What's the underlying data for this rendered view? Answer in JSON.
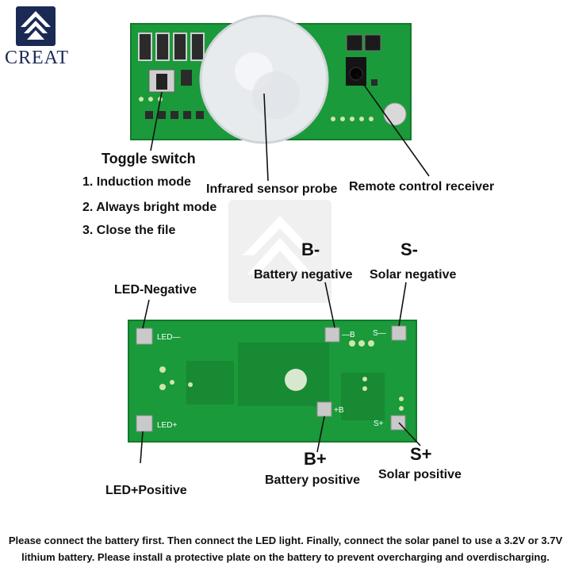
{
  "brand": {
    "name": "CREAT"
  },
  "top_board": {
    "toggle_switch": "Toggle switch",
    "modes": [
      "1. Induction mode",
      "2. Always bright mode",
      "3. Close the file"
    ],
    "infrared_probe": "Infrared sensor probe",
    "remote_receiver": "Remote control receiver"
  },
  "bottom_board": {
    "b_minus": "B-",
    "battery_negative": "Battery negative",
    "s_minus": "S-",
    "solar_negative": "Solar negative",
    "led_negative": "LED-Negative",
    "led_positive": "LED+Positive",
    "b_plus": "B+",
    "battery_positive": "Battery positive",
    "s_plus": "S+",
    "solar_positive": "Solar positive",
    "silk_led_minus": "LED—",
    "silk_led_plus": "LED+",
    "silk_b_minus": "—B",
    "silk_s_minus": "S—",
    "silk_b_plus": "+B",
    "silk_s_plus": "S+"
  },
  "footer": {
    "line1": "Please connect the battery first. Then connect the LED light. Finally, connect the solar panel to use a 3.2V or 3.7V",
    "line2": "lithium battery. Please install a protective plate on the battery to prevent overcharging and overdischarging."
  },
  "colors": {
    "pcb": "#1a9a3a",
    "pcb_dark": "#137a2c",
    "pad": "#c9c9c9",
    "brand": "#1b2a55"
  }
}
